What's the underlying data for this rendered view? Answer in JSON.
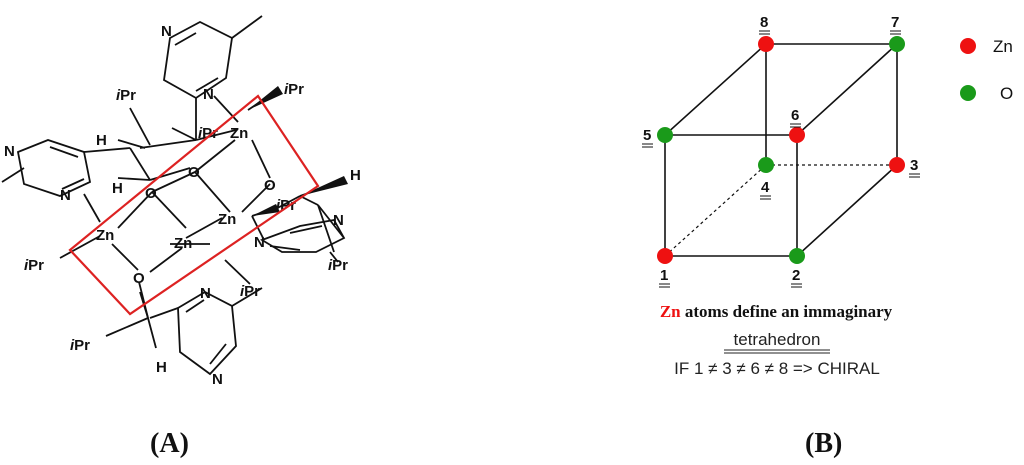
{
  "panel_a": {
    "label_open": "(",
    "label_letter": "A",
    "label_close": ")",
    "zn": "Zn",
    "o": "O",
    "n": "N",
    "h": "H",
    "ipr_i": "i",
    "ipr_pr": "Pr"
  },
  "panel_b": {
    "label_open": "(",
    "label_letter": "B",
    "label_close": ")",
    "vertex_labels": [
      "1",
      "2",
      "3",
      "4",
      "5",
      "6",
      "7",
      "8"
    ],
    "legend": {
      "zn_label": "Zn",
      "o_label": "O",
      "zn_color": "#ee1111",
      "o_color": "#1a9a1a"
    },
    "caption": {
      "zn_word": "Zn",
      "line1_rest": " atoms define an immaginary",
      "line2": "tetrahedron",
      "line3": "IF 1 ≠ 3 ≠ 6 ≠ 8 => CHIRAL"
    }
  },
  "colors": {
    "zn_atom": "#ee1111",
    "o_atom": "#1a9a1a",
    "highlight_box": "#dd2222"
  }
}
